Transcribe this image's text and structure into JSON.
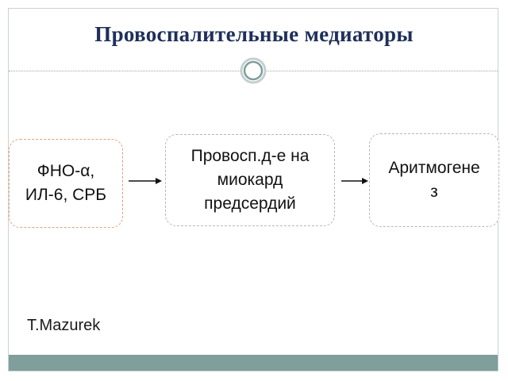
{
  "slide": {
    "title": "Провоспалительные медиаторы",
    "author": "T.Mazurek"
  },
  "flow": {
    "nodes": [
      {
        "lines": [
          "ФНО-α,",
          "ИЛ-6, СРБ"
        ]
      },
      {
        "lines": [
          "Провосп.д-е на",
          "миокард",
          "предсердий"
        ]
      },
      {
        "lines": [
          "Аритмогене",
          "з"
        ]
      }
    ]
  },
  "colors": {
    "title": "#1f2f5a",
    "footer_bar": "#7f9e9c",
    "box1_border": "#e0a37a",
    "box_border": "#b7b7b7"
  }
}
